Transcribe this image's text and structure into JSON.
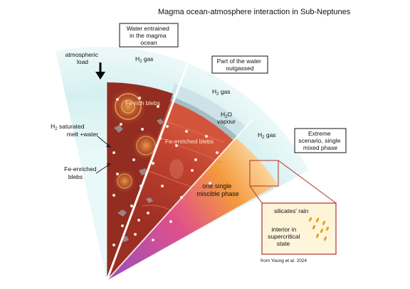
{
  "title": "Magma ocean-atmosphere interaction in Sub-Neptunes",
  "boxes": {
    "water_entrained": [
      "Water entrained",
      "in the magma",
      "ocean"
    ],
    "part_outgassed": [
      "Part of the water",
      "outgassed"
    ],
    "extreme_scenario": [
      "Extreme",
      "scenario, single",
      "mixed phase"
    ]
  },
  "left_labels": {
    "atmospheric_load": [
      "atmospheric",
      "load"
    ],
    "h2_saturated": [
      "H",
      "2",
      " saturated",
      "melt +water"
    ],
    "fe_enriched": [
      "Fe-enriched",
      "blebs"
    ]
  },
  "gas_labels": {
    "h2_gas_1": [
      "H",
      "2",
      " gas"
    ],
    "h2_gas_2": [
      "H",
      "2",
      " gas"
    ],
    "h2_gas_3": [
      "H",
      "2",
      " gas"
    ],
    "h2o_vapour": [
      "H",
      "2",
      "O",
      "vapour"
    ]
  },
  "inner_labels": {
    "fe_rich_blebs": "Fe-rich blebs",
    "fe_enriched_blebs": "Fe-enriched blebs",
    "single_phase": [
      "one single",
      "miscible phase"
    ]
  },
  "inset": {
    "silicates_rain": "silicates' rain",
    "interior": [
      "interior in",
      "supercritical",
      "state"
    ]
  },
  "credit": "from Young et al. 2024",
  "colors": {
    "atmosphere": "#d7f1f2",
    "magma": "#b8412d",
    "orange": "#f0a03c",
    "purple": "#a356b4",
    "inset_border": "#b0302a"
  }
}
